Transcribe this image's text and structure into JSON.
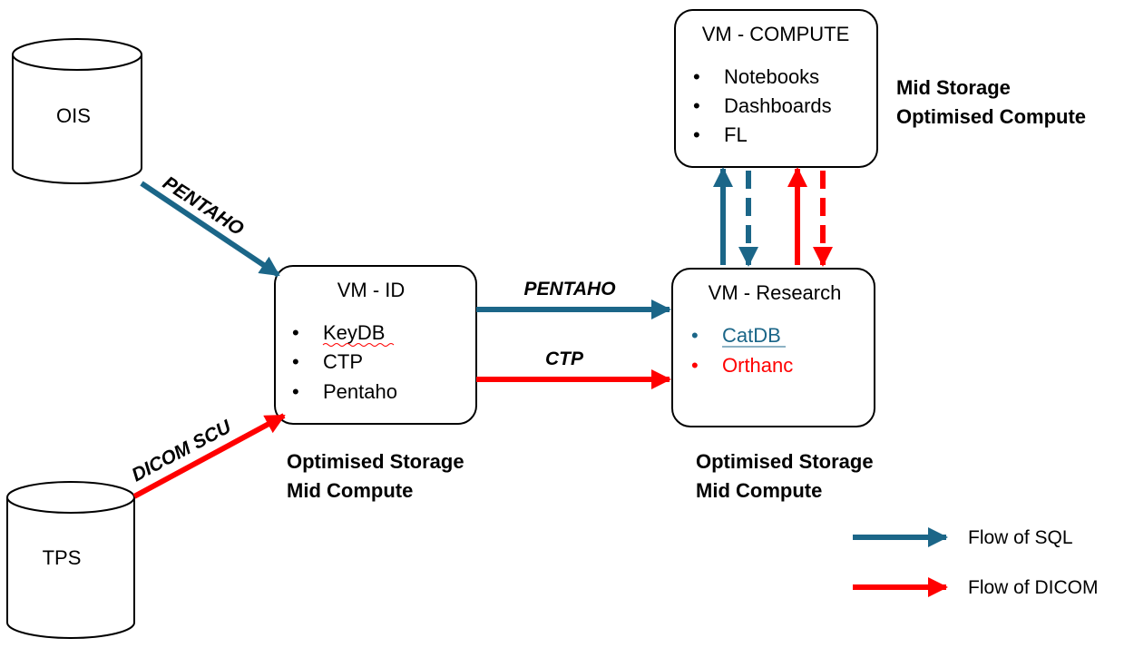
{
  "colors": {
    "sql": "#1b6688",
    "dicom": "#ff0000",
    "stroke": "#000000"
  },
  "databases": {
    "ois": {
      "label": "OIS"
    },
    "tps": {
      "label": "TPS"
    }
  },
  "vm_id": {
    "title": "VM - ID",
    "items": [
      "KeyDB",
      "CTP",
      "Pentaho"
    ],
    "caption": [
      "Optimised Storage",
      "Mid Compute"
    ]
  },
  "vm_research": {
    "title": "VM - Research",
    "items": [
      "CatDB",
      "Orthanc"
    ],
    "caption": [
      "Optimised Storage",
      "Mid Compute"
    ]
  },
  "vm_compute": {
    "title": "VM - COMPUTE",
    "items": [
      "Notebooks",
      "Dashboards",
      "FL"
    ],
    "caption": [
      "Mid Storage",
      "Optimised Compute"
    ]
  },
  "flows": {
    "ois_to_id": "PENTAHO",
    "tps_to_id": "DICOM SCU",
    "id_to_research_sql": "PENTAHO",
    "id_to_research_dicom": "CTP"
  },
  "legend": {
    "sql": "Flow of SQL",
    "dicom": "Flow of DICOM"
  },
  "bullet": "•"
}
